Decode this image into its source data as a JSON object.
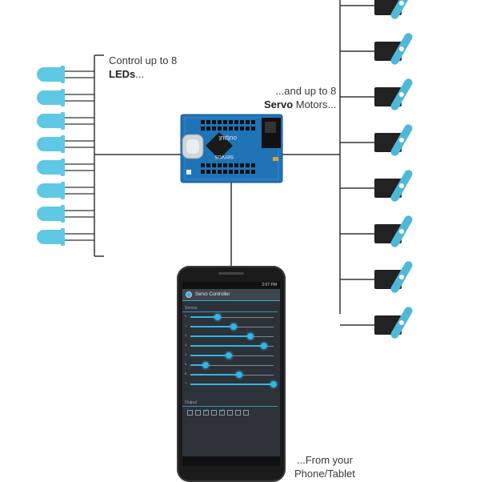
{
  "captions": {
    "leds_line1": "Control up to 8",
    "leds_bold": "LEDs",
    "leds_suffix": "...",
    "servos_line1": "...and up to 8",
    "servos_bold": "Servo",
    "servos_suffix": " Motors...",
    "phone_line1": "...From your",
    "phone_line2": "Phone/Tablet"
  },
  "board": {
    "label_output": "output",
    "label_servos": "servos",
    "color": "#1f73b7"
  },
  "colors": {
    "led": "#5ec8e5",
    "servo_body": "#222222",
    "servo_horn": "#4fb8d8",
    "wire": "#333333",
    "accent": "#33b5e5"
  },
  "phone": {
    "status_time": "2:07 PM",
    "app_title": "Servo Controller",
    "servos_section": "Servos",
    "output_section": "Output",
    "sliders": [
      {
        "label": "0",
        "value": 0.33
      },
      {
        "label": "1",
        "value": 0.52
      },
      {
        "label": "2",
        "value": 0.72
      },
      {
        "label": "3",
        "value": 0.88
      },
      {
        "label": "4",
        "value": 0.46
      },
      {
        "label": "5",
        "value": 0.18
      },
      {
        "label": "6",
        "value": 0.59
      },
      {
        "label": "7",
        "value": 1.0
      }
    ],
    "outputs": [
      false,
      false,
      true,
      false,
      true,
      false,
      false,
      false
    ]
  },
  "counts": {
    "leds": 8,
    "servos": 8
  }
}
